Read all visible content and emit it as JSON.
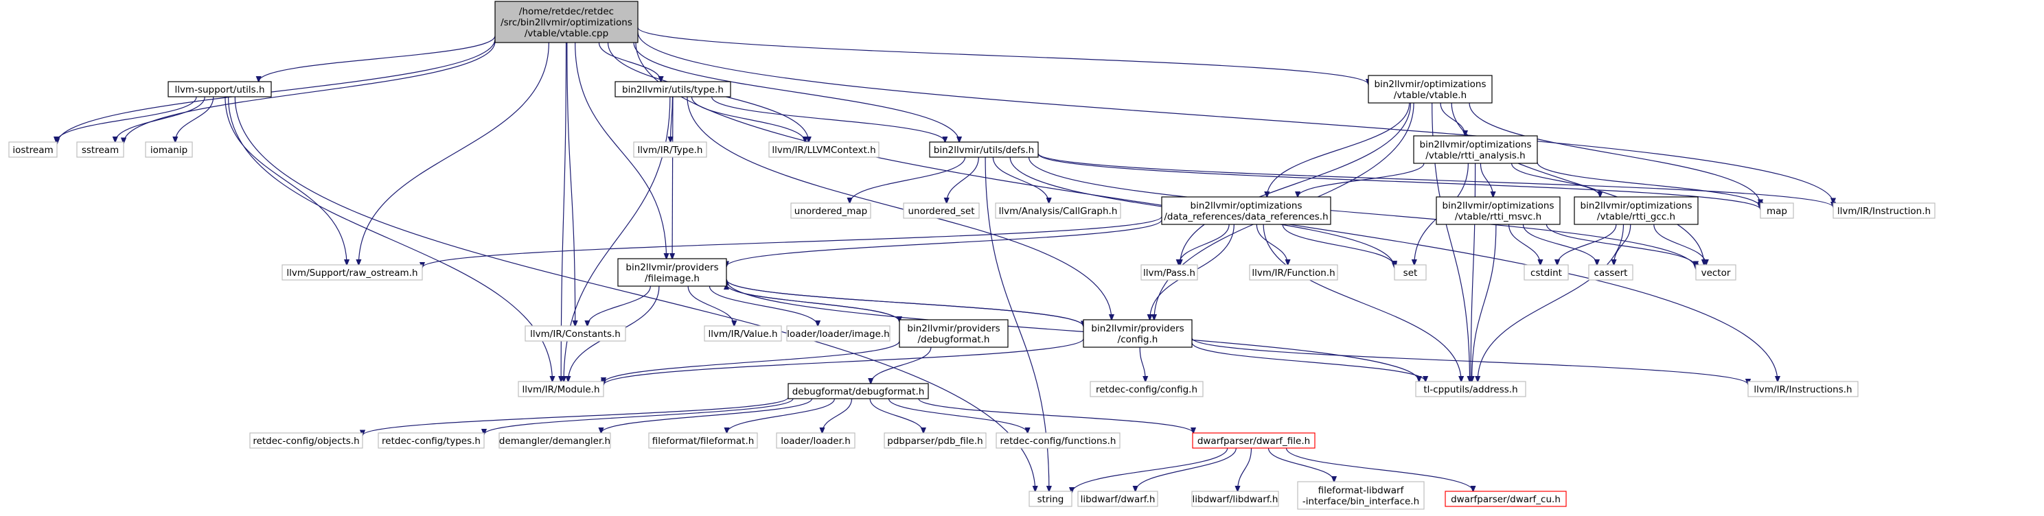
{
  "title": "",
  "nodes": [
    {
      "id": "vtable_cpp",
      "lines": [
        "/home/retdec/retdec",
        "/src/bin2llvmir/optimizations",
        "/vtable/vtable.cpp"
      ],
      "style": "focus"
    },
    {
      "id": "llvm_support_utils",
      "lines": [
        "llvm-support/utils.h"
      ],
      "style": "doc"
    },
    {
      "id": "utils_type",
      "lines": [
        "bin2llvmir/utils/type.h"
      ],
      "style": "doc"
    },
    {
      "id": "opt_vtable_h",
      "lines": [
        "bin2llvmir/optimizations",
        "/vtable/vtable.h"
      ],
      "style": "doc"
    },
    {
      "id": "iostream",
      "lines": [
        "iostream"
      ],
      "style": "sys"
    },
    {
      "id": "sstream",
      "lines": [
        "sstream"
      ],
      "style": "sys"
    },
    {
      "id": "iomanip",
      "lines": [
        "iomanip"
      ],
      "style": "sys"
    },
    {
      "id": "llvm_type",
      "lines": [
        "llvm/IR/Type.h"
      ],
      "style": "sys"
    },
    {
      "id": "llvm_context",
      "lines": [
        "llvm/IR/LLVMContext.h"
      ],
      "style": "sys"
    },
    {
      "id": "utils_defs",
      "lines": [
        "bin2llvmir/utils/defs.h"
      ],
      "style": "doc"
    },
    {
      "id": "rtti_analysis",
      "lines": [
        "bin2llvmir/optimizations",
        "/vtable/rtti_analysis.h"
      ],
      "style": "doc"
    },
    {
      "id": "unordered_map",
      "lines": [
        "unordered_map"
      ],
      "style": "sys"
    },
    {
      "id": "unordered_set",
      "lines": [
        "unordered_set"
      ],
      "style": "sys"
    },
    {
      "id": "callgraph",
      "lines": [
        "llvm/Analysis/CallGraph.h"
      ],
      "style": "sys"
    },
    {
      "id": "data_refs",
      "lines": [
        "bin2llvmir/optimizations",
        "/data_references/data_references.h"
      ],
      "style": "doc"
    },
    {
      "id": "rtti_msvc",
      "lines": [
        "bin2llvmir/optimizations",
        "/vtable/rtti_msvc.h"
      ],
      "style": "doc"
    },
    {
      "id": "rtti_gcc",
      "lines": [
        "bin2llvmir/optimizations",
        "/vtable/rtti_gcc.h"
      ],
      "style": "doc"
    },
    {
      "id": "map",
      "lines": [
        "map"
      ],
      "style": "sys"
    },
    {
      "id": "llvm_instruction",
      "lines": [
        "llvm/IR/Instruction.h"
      ],
      "style": "sys"
    },
    {
      "id": "raw_ostream",
      "lines": [
        "llvm/Support/raw_ostream.h"
      ],
      "style": "sys"
    },
    {
      "id": "fileimage",
      "lines": [
        "bin2llvmir/providers",
        "/fileimage.h"
      ],
      "style": "doc"
    },
    {
      "id": "llvm_pass",
      "lines": [
        "llvm/Pass.h"
      ],
      "style": "sys"
    },
    {
      "id": "llvm_function",
      "lines": [
        "llvm/IR/Function.h"
      ],
      "style": "sys"
    },
    {
      "id": "set",
      "lines": [
        "set"
      ],
      "style": "sys"
    },
    {
      "id": "cstdint",
      "lines": [
        "cstdint"
      ],
      "style": "sys"
    },
    {
      "id": "cassert",
      "lines": [
        "cassert"
      ],
      "style": "sys"
    },
    {
      "id": "vector",
      "lines": [
        "vector"
      ],
      "style": "sys"
    },
    {
      "id": "llvm_constants",
      "lines": [
        "llvm/IR/Constants.h"
      ],
      "style": "sys"
    },
    {
      "id": "llvm_value",
      "lines": [
        "llvm/IR/Value.h"
      ],
      "style": "sys"
    },
    {
      "id": "loader_image",
      "lines": [
        "loader/loader/image.h"
      ],
      "style": "sys"
    },
    {
      "id": "debugformat_h",
      "lines": [
        "bin2llvmir/providers",
        "/debugformat.h"
      ],
      "style": "doc"
    },
    {
      "id": "config_h",
      "lines": [
        "bin2llvmir/providers",
        "/config.h"
      ],
      "style": "doc"
    },
    {
      "id": "llvm_module",
      "lines": [
        "llvm/IR/Module.h"
      ],
      "style": "sys"
    },
    {
      "id": "retdec_config",
      "lines": [
        "retdec-config/config.h"
      ],
      "style": "sys"
    },
    {
      "id": "address",
      "lines": [
        "tl-cpputils/address.h"
      ],
      "style": "sys"
    },
    {
      "id": "llvm_instructions",
      "lines": [
        "llvm/IR/Instructions.h"
      ],
      "style": "sys"
    },
    {
      "id": "debugformat_debugformat",
      "lines": [
        "debugformat/debugformat.h"
      ],
      "style": "doc"
    },
    {
      "id": "rc_objects",
      "lines": [
        "retdec-config/objects.h"
      ],
      "style": "sys"
    },
    {
      "id": "rc_types",
      "lines": [
        "retdec-config/types.h"
      ],
      "style": "sys"
    },
    {
      "id": "demangler",
      "lines": [
        "demangler/demangler.h"
      ],
      "style": "sys"
    },
    {
      "id": "fileformat",
      "lines": [
        "fileformat/fileformat.h"
      ],
      "style": "sys"
    },
    {
      "id": "loader_loader",
      "lines": [
        "loader/loader.h"
      ],
      "style": "sys"
    },
    {
      "id": "pdb_file",
      "lines": [
        "pdbparser/pdb_file.h"
      ],
      "style": "sys"
    },
    {
      "id": "rc_functions",
      "lines": [
        "retdec-config/functions.h"
      ],
      "style": "sys"
    },
    {
      "id": "dwarf_file",
      "lines": [
        "dwarfparser/dwarf_file.h"
      ],
      "style": "red"
    },
    {
      "id": "string",
      "lines": [
        "string"
      ],
      "style": "sys"
    },
    {
      "id": "libdwarf_dwarf",
      "lines": [
        "libdwarf/dwarf.h"
      ],
      "style": "sys"
    },
    {
      "id": "libdwarf_libdwarf",
      "lines": [
        "libdwarf/libdwarf.h"
      ],
      "style": "sys"
    },
    {
      "id": "bin_interface",
      "lines": [
        "fileformat-libdwarf",
        "-interface/bin_interface.h"
      ],
      "style": "sys"
    },
    {
      "id": "dwarf_cu",
      "lines": [
        "dwarfparser/dwarf_cu.h"
      ],
      "style": "red"
    }
  ],
  "edges": [
    [
      "vtable_cpp",
      "llvm_support_utils"
    ],
    [
      "vtable_cpp",
      "iostream"
    ],
    [
      "vtable_cpp",
      "sstream"
    ],
    [
      "vtable_cpp",
      "raw_ostream"
    ],
    [
      "vtable_cpp",
      "llvm_module"
    ],
    [
      "vtable_cpp",
      "llvm_constants"
    ],
    [
      "vtable_cpp",
      "fileimage"
    ],
    [
      "vtable_cpp",
      "utils_type"
    ],
    [
      "vtable_cpp",
      "llvm_context"
    ],
    [
      "vtable_cpp",
      "utils_defs"
    ],
    [
      "vtable_cpp",
      "opt_vtable_h"
    ],
    [
      "vtable_cpp",
      "llvm_instruction"
    ],
    [
      "vtable_cpp",
      "llvm_instructions"
    ],
    [
      "llvm_support_utils",
      "iostream"
    ],
    [
      "llvm_support_utils",
      "sstream"
    ],
    [
      "llvm_support_utils",
      "iomanip"
    ],
    [
      "llvm_support_utils",
      "raw_ostream"
    ],
    [
      "llvm_support_utils",
      "llvm_module"
    ],
    [
      "llvm_support_utils",
      "string"
    ],
    [
      "utils_type",
      "llvm_type"
    ],
    [
      "utils_type",
      "llvm_context"
    ],
    [
      "utils_type",
      "utils_defs"
    ],
    [
      "utils_type",
      "fileimage"
    ],
    [
      "utils_type",
      "llvm_module"
    ],
    [
      "utils_type",
      "config_h"
    ],
    [
      "opt_vtable_h",
      "rtti_analysis"
    ],
    [
      "opt_vtable_h",
      "data_refs"
    ],
    [
      "opt_vtable_h",
      "llvm_pass"
    ],
    [
      "opt_vtable_h",
      "config_h"
    ],
    [
      "opt_vtable_h",
      "map"
    ],
    [
      "opt_vtable_h",
      "vector"
    ],
    [
      "opt_vtable_h",
      "address"
    ],
    [
      "utils_defs",
      "unordered_map"
    ],
    [
      "utils_defs",
      "unordered_set"
    ],
    [
      "utils_defs",
      "callgraph"
    ],
    [
      "utils_defs",
      "map"
    ],
    [
      "utils_defs",
      "llvm_instruction"
    ],
    [
      "utils_defs",
      "set"
    ],
    [
      "utils_defs",
      "vector"
    ],
    [
      "utils_defs",
      "string"
    ],
    [
      "rtti_analysis",
      "data_refs"
    ],
    [
      "rtti_analysis",
      "rtti_msvc"
    ],
    [
      "rtti_analysis",
      "rtti_gcc"
    ],
    [
      "rtti_analysis",
      "map"
    ],
    [
      "rtti_analysis",
      "set"
    ],
    [
      "rtti_analysis",
      "address"
    ],
    [
      "data_refs",
      "raw_ostream"
    ],
    [
      "data_refs",
      "fileimage"
    ],
    [
      "data_refs",
      "llvm_pass"
    ],
    [
      "data_refs",
      "llvm_function"
    ],
    [
      "data_refs",
      "set"
    ],
    [
      "data_refs",
      "config_h"
    ],
    [
      "data_refs",
      "address"
    ],
    [
      "rtti_msvc",
      "cstdint"
    ],
    [
      "rtti_msvc",
      "cassert"
    ],
    [
      "rtti_msvc",
      "vector"
    ],
    [
      "rtti_msvc",
      "address"
    ],
    [
      "rtti_gcc",
      "cstdint"
    ],
    [
      "rtti_gcc",
      "cassert"
    ],
    [
      "rtti_gcc",
      "vector"
    ],
    [
      "rtti_gcc",
      "address"
    ],
    [
      "fileimage",
      "llvm_constants"
    ],
    [
      "fileimage",
      "llvm_value"
    ],
    [
      "fileimage",
      "loader_image"
    ],
    [
      "fileimage",
      "debugformat_h"
    ],
    [
      "fileimage",
      "config_h"
    ],
    [
      "fileimage",
      "llvm_module"
    ],
    [
      "fileimage",
      "address"
    ],
    [
      "debugformat_h",
      "fileimage"
    ],
    [
      "debugformat_h",
      "llvm_module"
    ],
    [
      "debugformat_h",
      "debugformat_debugformat"
    ],
    [
      "config_h",
      "fileimage"
    ],
    [
      "config_h",
      "llvm_module"
    ],
    [
      "config_h",
      "retdec_config"
    ],
    [
      "config_h",
      "address"
    ],
    [
      "config_h",
      "llvm_instructions"
    ],
    [
      "debugformat_debugformat",
      "rc_objects"
    ],
    [
      "debugformat_debugformat",
      "rc_types"
    ],
    [
      "debugformat_debugformat",
      "demangler"
    ],
    [
      "debugformat_debugformat",
      "fileformat"
    ],
    [
      "debugformat_debugformat",
      "loader_loader"
    ],
    [
      "debugformat_debugformat",
      "pdb_file"
    ],
    [
      "debugformat_debugformat",
      "rc_functions"
    ],
    [
      "debugformat_debugformat",
      "dwarf_file"
    ],
    [
      "dwarf_file",
      "string"
    ],
    [
      "dwarf_file",
      "libdwarf_dwarf"
    ],
    [
      "dwarf_file",
      "libdwarf_libdwarf"
    ],
    [
      "dwarf_file",
      "bin_interface"
    ],
    [
      "dwarf_file",
      "dwarf_cu"
    ]
  ]
}
